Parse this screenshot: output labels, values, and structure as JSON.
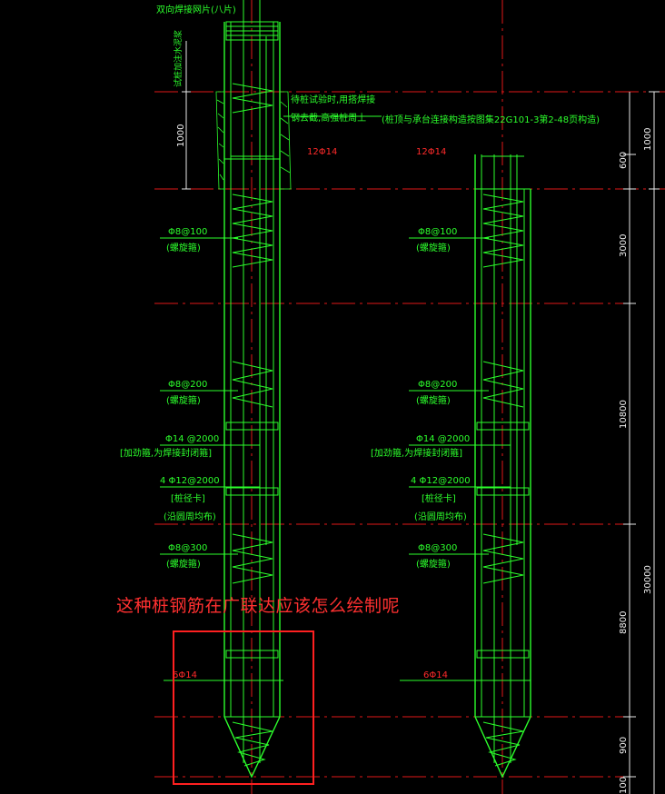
{
  "question_text": "这种桩钢筋在广联达应该怎么绘制呢",
  "top_labels": {
    "mesh": "双向焊接网片(八片)",
    "pile_head_note": "(桩顶与承台连接构造按图集22G101-3第2-48页构造)",
    "vertical_note": "试桩加注水泥浆",
    "retain_1": "待桩试验时,用搭焊接",
    "retain_2": "钢去截,高强桩周土"
  },
  "bars": {
    "top_main_left": "12Φ14",
    "top_main_right": "12Φ14",
    "bottom_main_left": "6Φ14",
    "bottom_main_right": "6Φ14"
  },
  "stirrups": [
    {
      "spec": "Φ8@100",
      "type": "(螺旋箍)"
    },
    {
      "spec": "Φ8@200",
      "type": "(螺旋箍)"
    },
    {
      "spec": "Φ8@300",
      "type": "(螺旋箍)"
    }
  ],
  "stiffener": {
    "spec": "Φ14 @2000",
    "note": "[加劲箍,为焊接封闭箍]"
  },
  "bracket": {
    "spec": "4 Φ12@2000",
    "name": "[桩径卡]",
    "note": "(沿圆周均布)"
  },
  "dims_left": [
    "1000"
  ],
  "dims_right": [
    "600",
    "3000",
    "10800",
    "8800",
    "900",
    "100"
  ],
  "dims_far_right": [
    "1000",
    "30000"
  ]
}
